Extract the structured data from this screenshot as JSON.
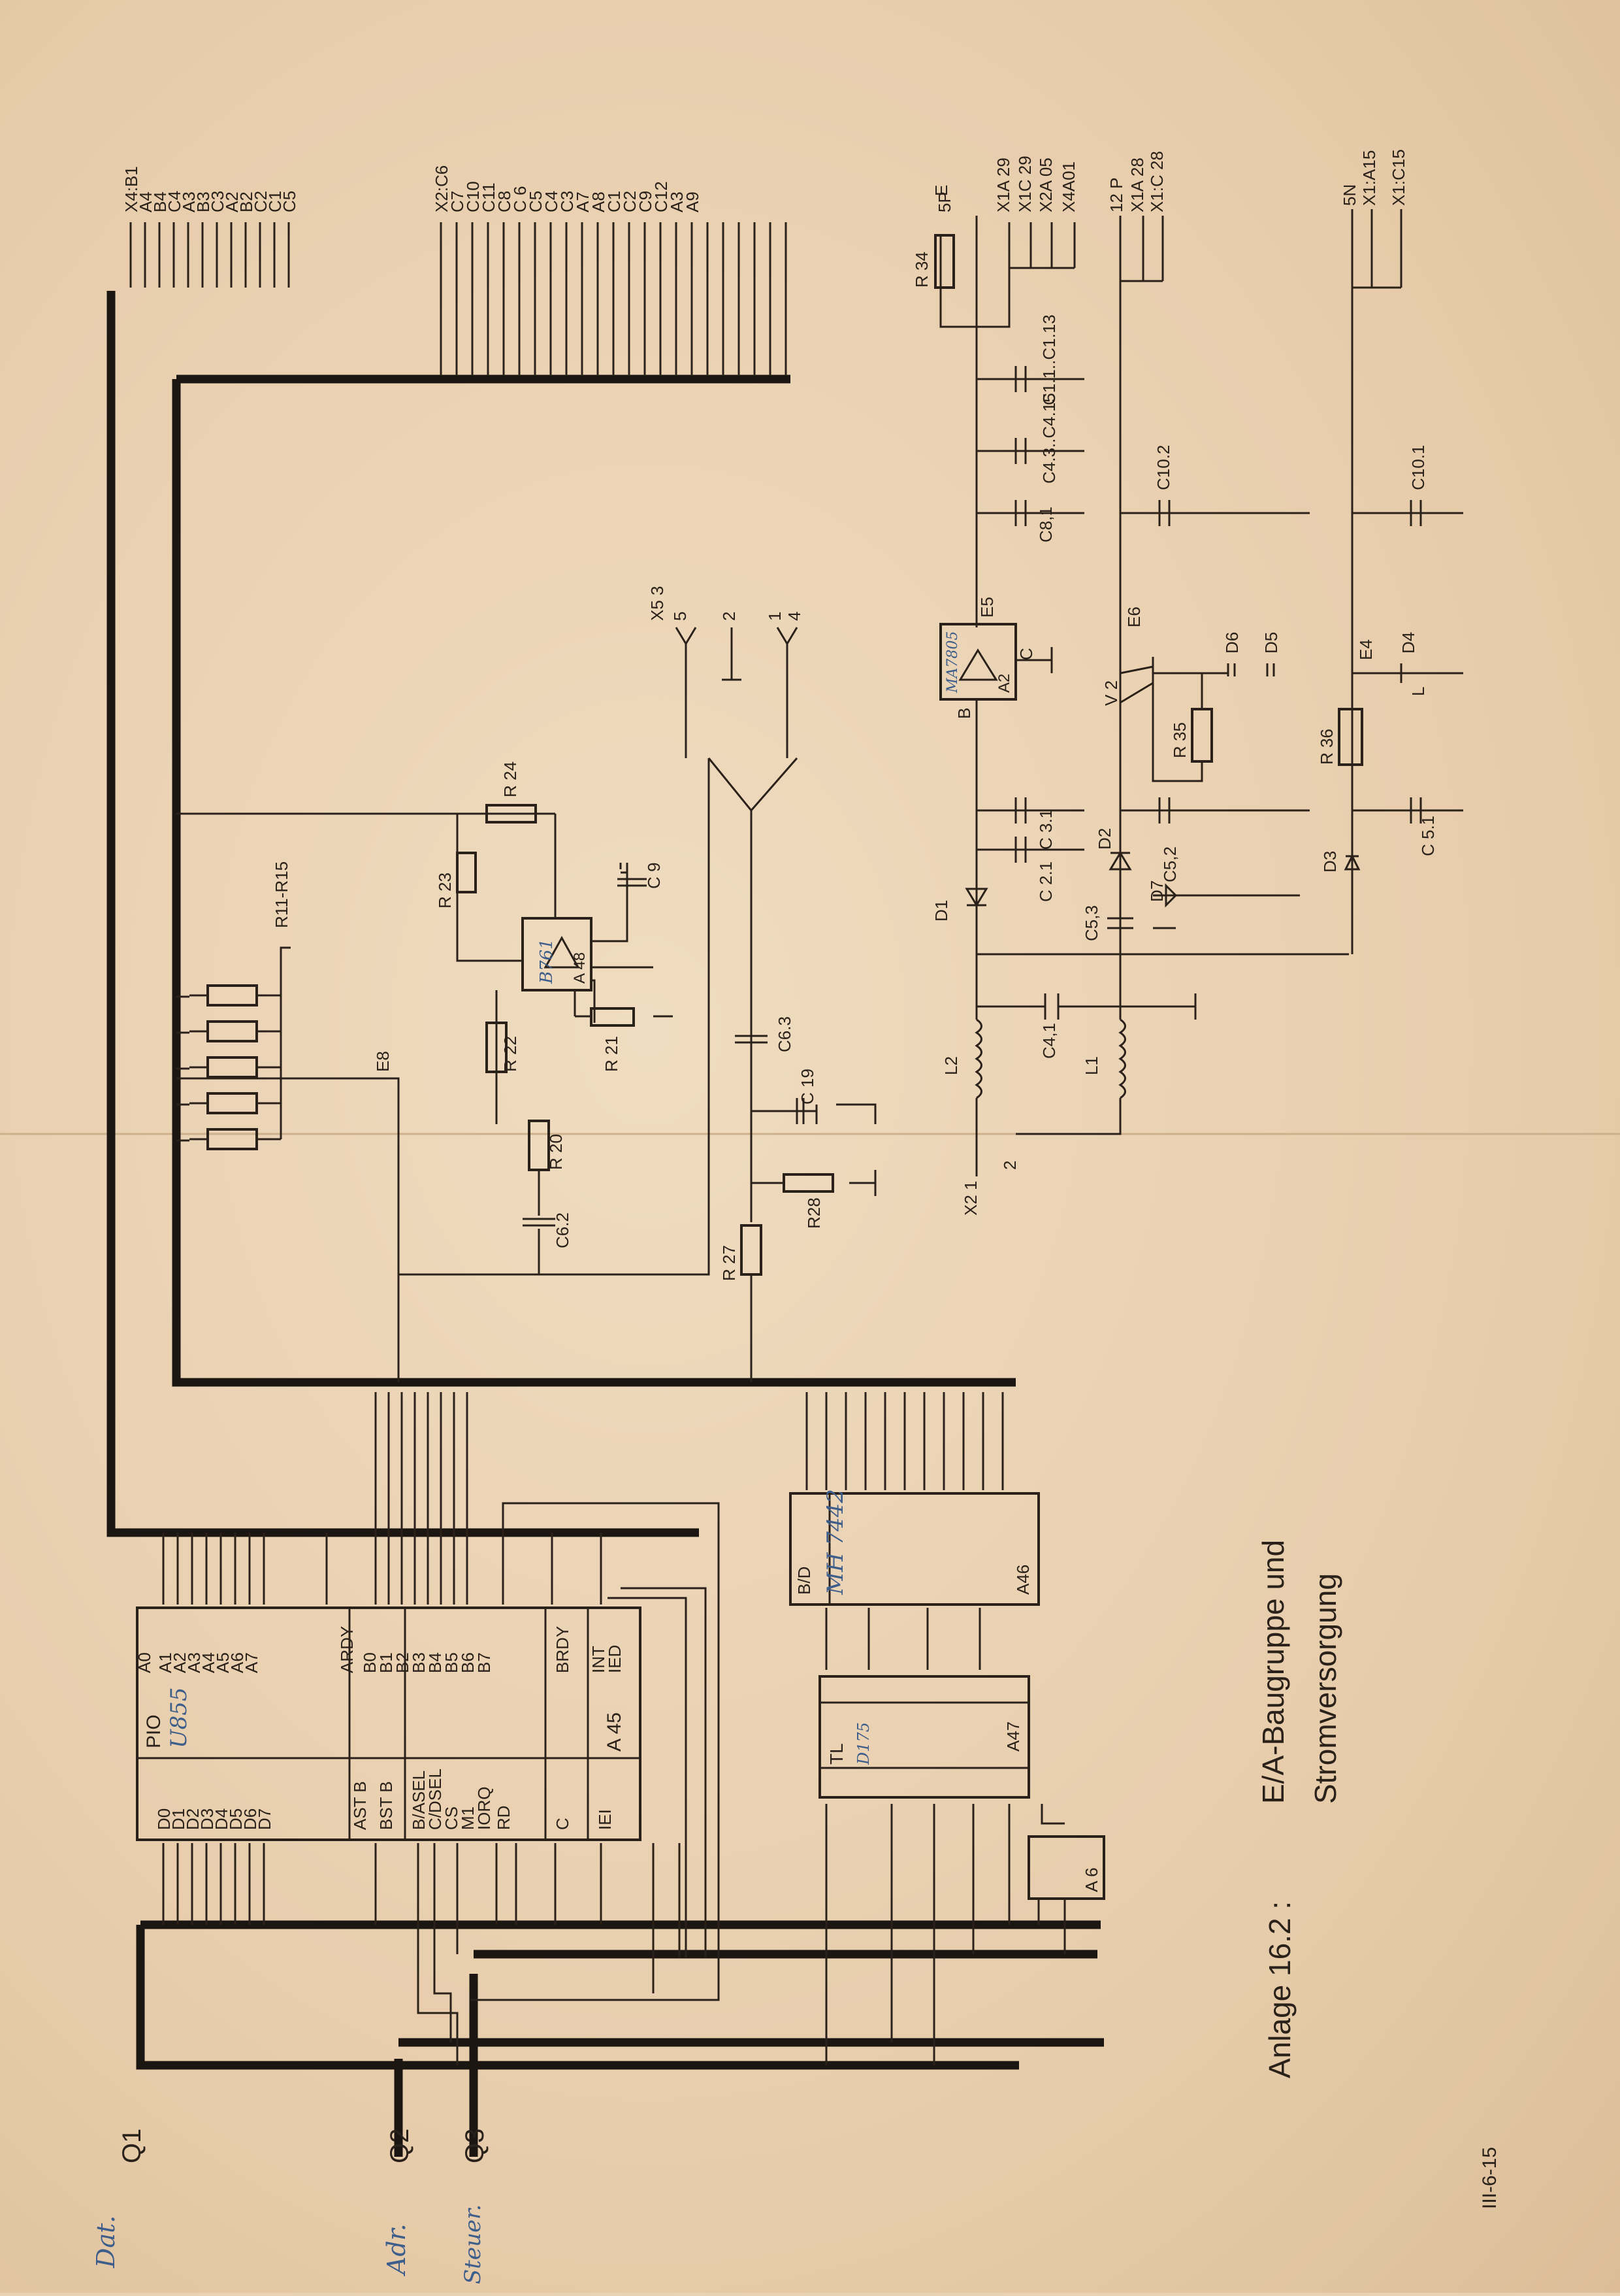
{
  "title": {
    "label": "Anlage 16.2 :",
    "line1": "E/A-Baugruppe   und",
    "line2": "Stromversorgung"
  },
  "doc_code": "III-6-15",
  "bus_labels": {
    "q1": "Q1",
    "q2": "Q2",
    "q3": "Q3"
  },
  "handwriting": {
    "q1": "Dat.",
    "q2": "Adr.",
    "q3": "Steuer."
  },
  "connector_x4": [
    "X4:B1",
    "A4",
    "B4",
    "C4",
    "A3",
    "B3",
    "C3",
    "A2",
    "B2",
    "C2",
    "C1",
    "C5"
  ],
  "connector_x2": [
    "X2:C6",
    "C7",
    "C10",
    "C11",
    "C8",
    "C 6",
    "C5",
    "C4",
    "C3",
    "A7",
    "A8",
    "C1",
    "C2",
    "C9",
    "C12",
    "A3",
    "A9"
  ],
  "pio": {
    "name": "PIO",
    "type": "U855",
    "ref": "A 45",
    "left_pins": [
      "D0",
      "D1",
      "D2",
      "D3",
      "D4",
      "D5",
      "D6",
      "D7",
      "AST B",
      "BST B",
      "B/ASEL",
      "C/DSEL",
      "CS",
      "M1",
      "IORQ",
      "RD",
      "C",
      "IEI"
    ],
    "right_pins": [
      "A0",
      "A1",
      "A2",
      "A3",
      "A4",
      "A5",
      "A6",
      "A7",
      "ARDY",
      "B0",
      "B1",
      "B2",
      "B3",
      "B4",
      "B5",
      "B6",
      "B7",
      "BRDY",
      "INT",
      "IED"
    ]
  },
  "chips": {
    "a46": {
      "name": "B/D",
      "type": "MH 7442",
      "ref": "A46"
    },
    "a47": {
      "name": "TL",
      "type": "D175",
      "ref": "A47"
    },
    "a48": {
      "type": "B761",
      "ref": "A 48"
    },
    "a6": {
      "ref": "A 6"
    },
    "a2": {
      "type": "MA7805",
      "ref": "A2"
    }
  },
  "resistors": [
    "R11-R15",
    "R 20",
    "R 21",
    "R 22",
    "R 23",
    "R 24",
    "R 27",
    "R28",
    "R 34",
    "R 35",
    "R 36"
  ],
  "capacitors": [
    "C6.2",
    "C6.3",
    "C 19",
    "C 9",
    "C4,1",
    "C5,3",
    "C 2.1",
    "C 3.1",
    "C 5.1",
    "C8,1",
    "C10.1",
    "C10.2",
    "C1.1..C1.13",
    "C4.3..C4.15",
    "C5,2"
  ],
  "diodes": [
    "D1",
    "D2",
    "D3",
    "D4",
    "D5",
    "D6",
    "D7"
  ],
  "inductors": [
    "L2",
    "L1"
  ],
  "transistor": "V 2",
  "power_labels": {
    "plus5": "5P",
    "plus12": "12 P",
    "minus5": "5N",
    "x1_5p": [
      "X1A 29",
      "X1C 29",
      "X2A 05",
      "X4A01"
    ],
    "x1_12p": [
      "X1A 28",
      "X1:C 28"
    ],
    "x1_5n": [
      "X1:A15",
      "X1:C15"
    ],
    "x5": [
      "X5  3",
      "5",
      "2",
      "1",
      "4"
    ],
    "x2_in": [
      "X2 1",
      "2"
    ],
    "nodes": [
      "E",
      "E5",
      "E6",
      "E4",
      "E8",
      "L",
      "B",
      "C"
    ]
  },
  "colors": {
    "paper": "#e9d2b4",
    "ink": "#2a211a",
    "pen": "#3d5d8a"
  }
}
